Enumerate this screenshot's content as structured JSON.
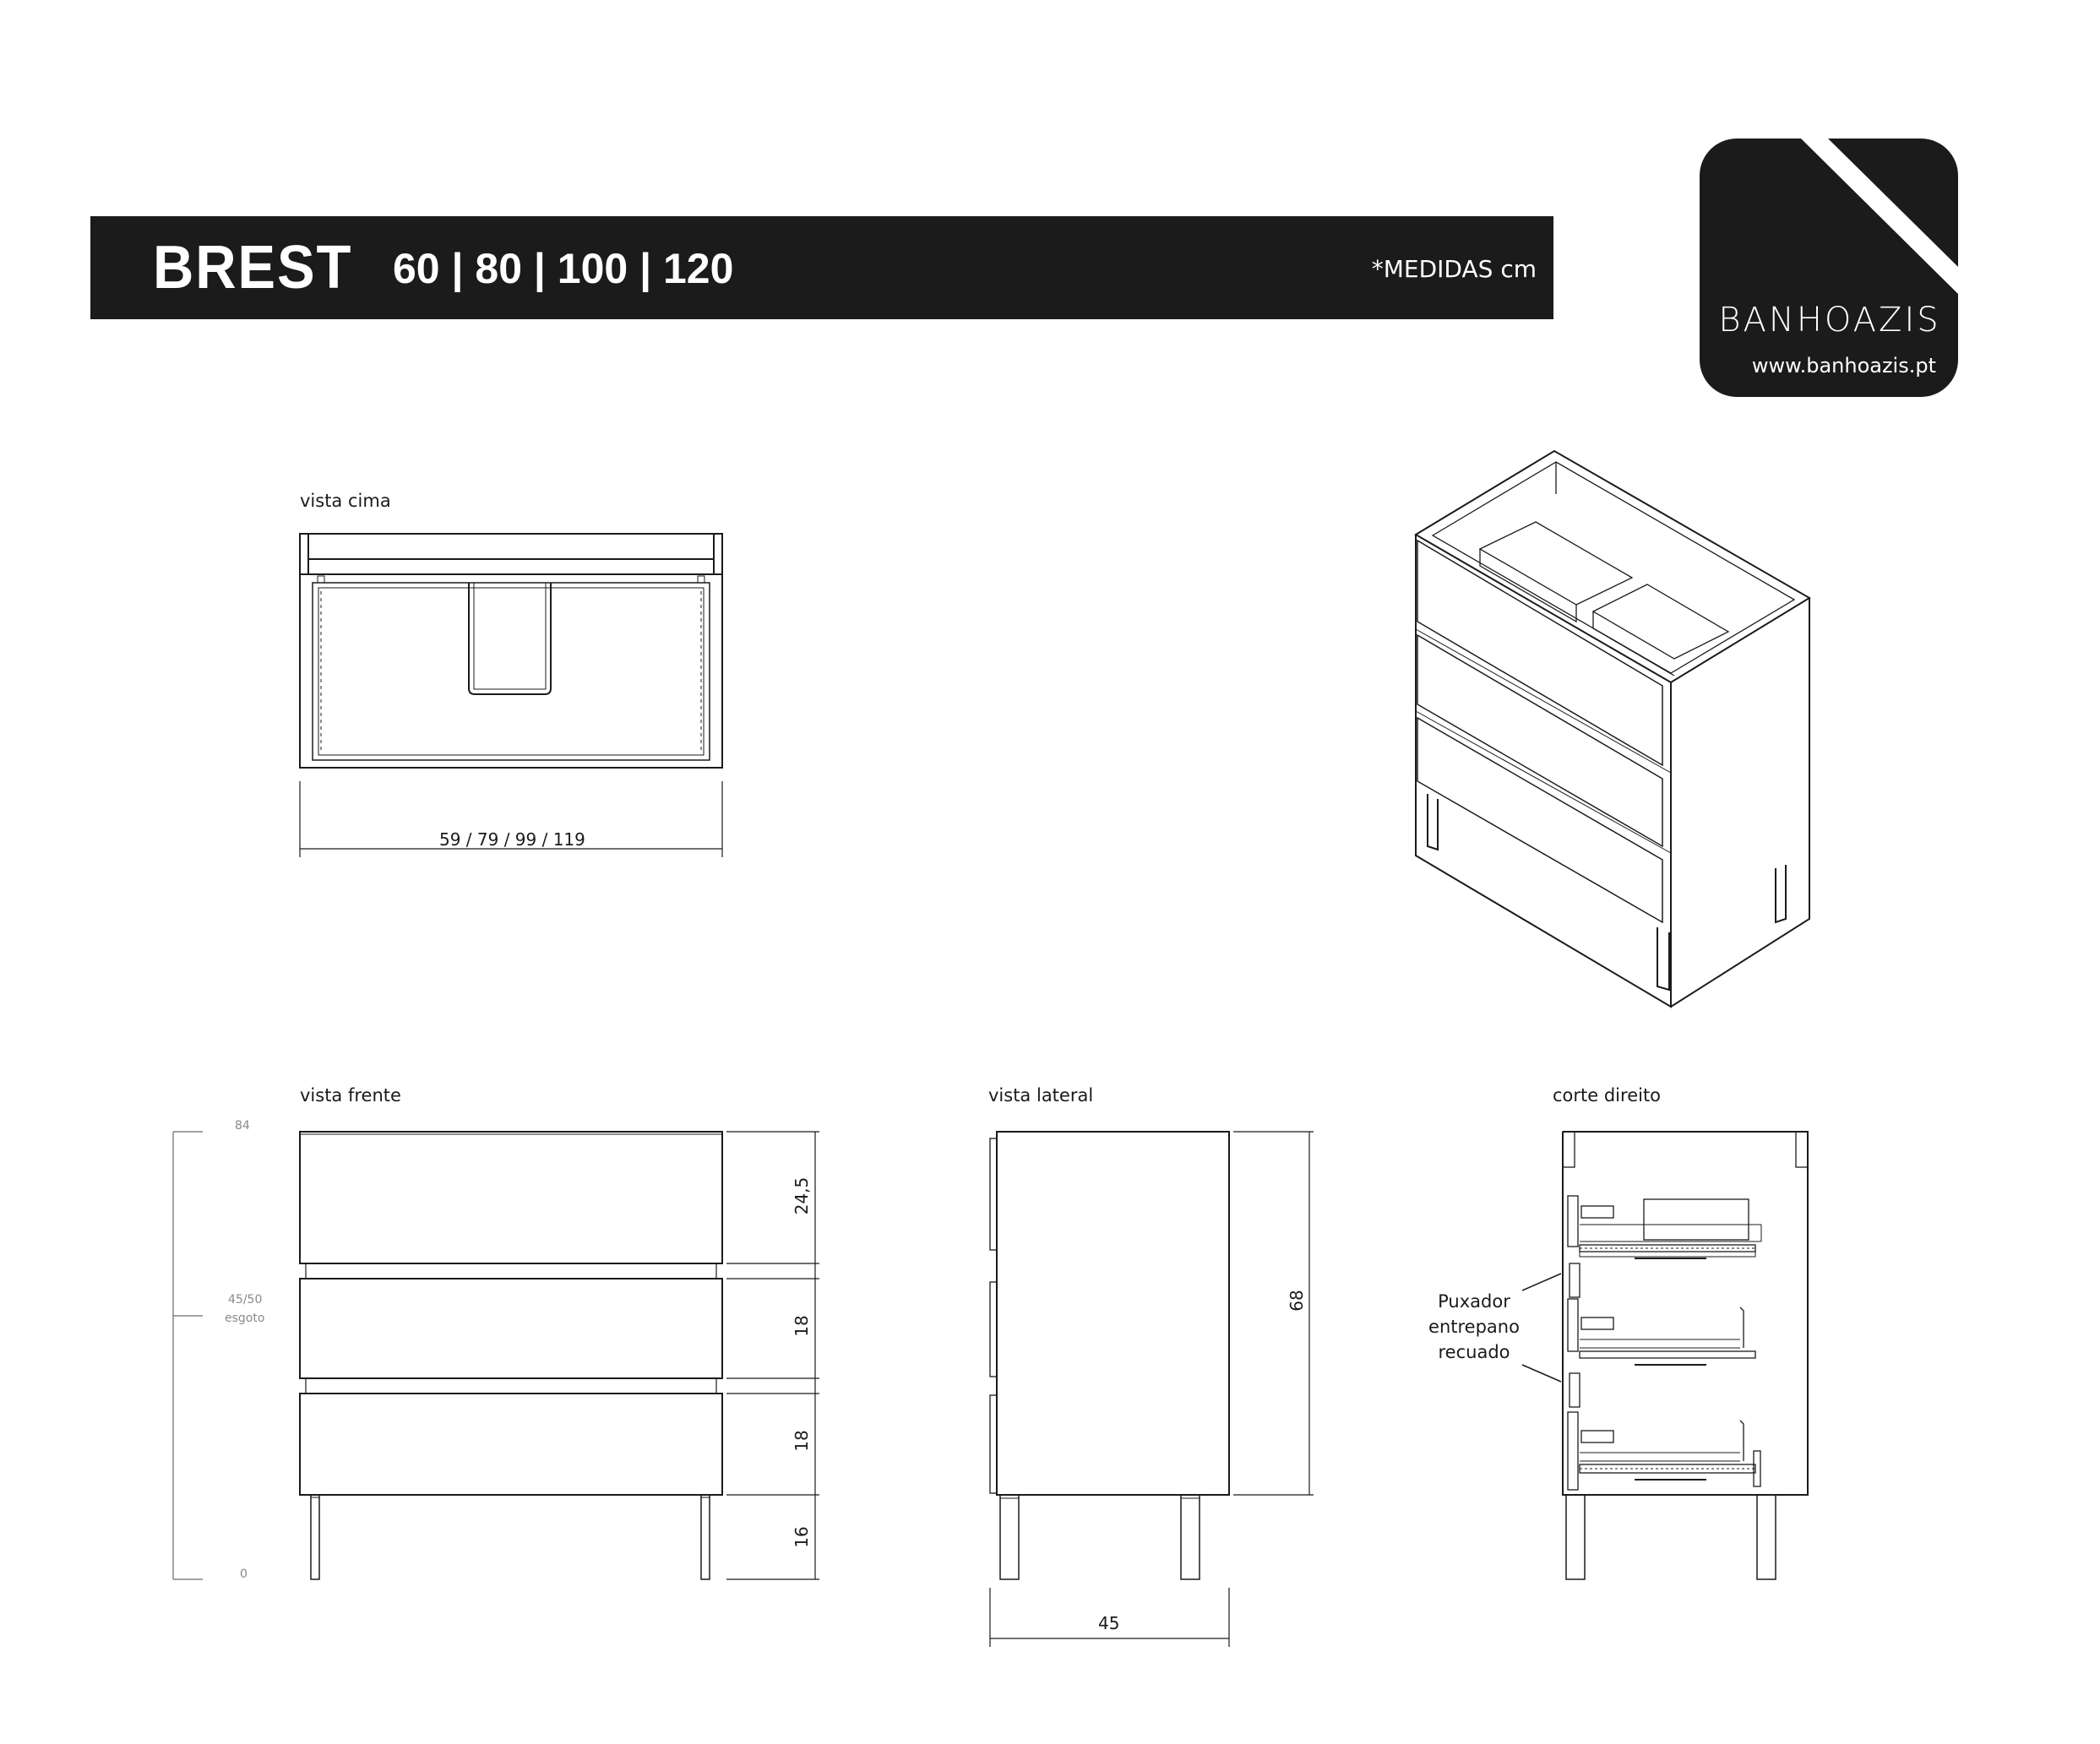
{
  "header": {
    "title": "BREST",
    "sizes": "60 | 80 | 100 | 120",
    "units_note": "*MEDIDAS cm"
  },
  "logo": {
    "brand": "BANHOAZIS",
    "url": "www.banhoazis.pt"
  },
  "views": {
    "top": {
      "label": "vista cima",
      "width_dim": "59 / 79 / 99 / 119"
    },
    "front": {
      "label": "vista frente",
      "heights": [
        "24,5",
        "18",
        "18",
        "16"
      ],
      "scale": {
        "top": "84",
        "drain": "45/50",
        "drain_label": "esgoto",
        "bottom": "0"
      }
    },
    "side": {
      "label": "vista lateral",
      "height": "68",
      "depth": "45"
    },
    "section": {
      "label": "corte direito",
      "note_lines": [
        "Puxador",
        "entrepano",
        "recuado"
      ]
    }
  },
  "colors": {
    "ink": "#1b1b1b",
    "banner": "#1b1b1b",
    "paper": "#ffffff"
  }
}
